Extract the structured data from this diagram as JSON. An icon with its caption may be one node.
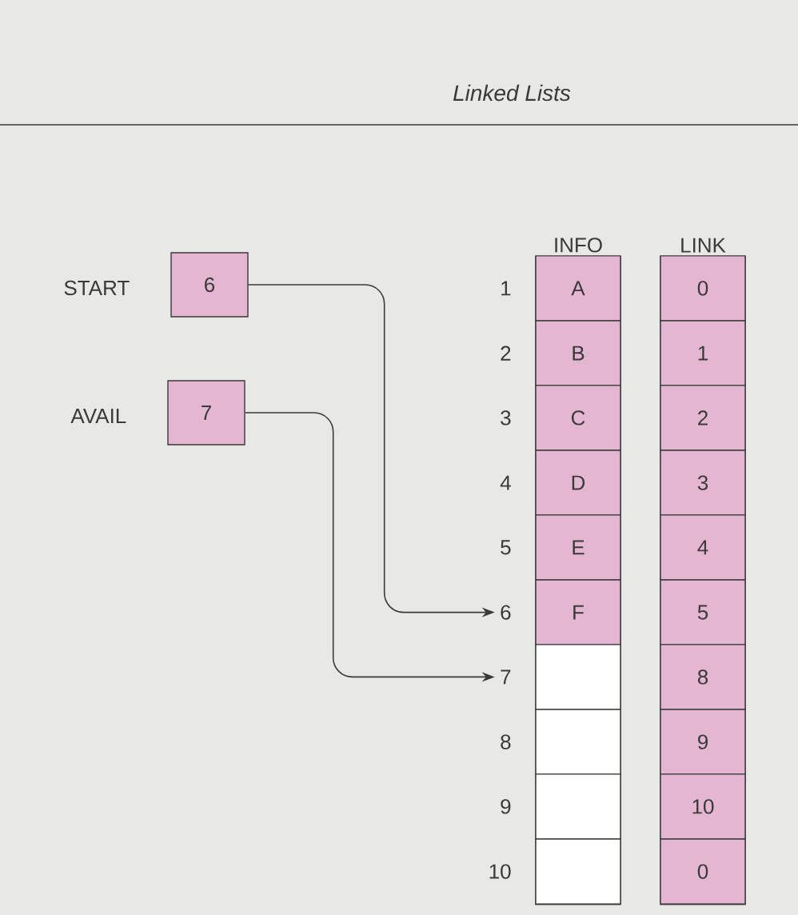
{
  "diagram": {
    "title": "Linked Lists",
    "nodes": [
      {
        "text": [
          "6"
        ],
        "beside": [
          "START"
        ]
      },
      {
        "text": [
          "7"
        ],
        "beside": [
          "AVAIL"
        ]
      },
      {
        "text": [
          "INFO"
        ]
      },
      {
        "text": [
          "A"
        ],
        "in": 2
      },
      {
        "text": [
          "B"
        ],
        "in": 2
      },
      {
        "text": [
          "C"
        ],
        "in": 2
      },
      {
        "text": [
          "D"
        ],
        "in": 2
      },
      {
        "text": [
          "E"
        ],
        "in": 2
      },
      {
        "text": [
          "F"
        ],
        "in": 2
      },
      {
        "text": [],
        "shape": "box",
        "in": 2
      },
      {
        "text": [],
        "shape": "box",
        "in": 2
      },
      {
        "text": [],
        "shape": "box",
        "in": 2
      },
      {
        "text": [],
        "shape": "box",
        "in": 2
      },
      {
        "text": [
          "LINK"
        ]
      },
      {
        "text": [
          "0"
        ],
        "in": 13
      },
      {
        "text": [
          "1"
        ],
        "in": 13
      },
      {
        "text": [
          "2"
        ],
        "in": 13
      },
      {
        "text": [
          "3"
        ],
        "in": 13
      },
      {
        "text": [
          "4"
        ],
        "in": 13
      },
      {
        "text": [
          "5"
        ],
        "in": 13
      },
      {
        "text": [
          "8"
        ],
        "in": 13
      },
      {
        "text": [
          "9"
        ],
        "in": 13
      },
      {
        "text": [
          "10"
        ],
        "in": 13
      },
      {
        "text": [
          "0"
        ],
        "in": 13
      },
      {
        "text": [
          "1"
        ]
      },
      {
        "text": [
          "2"
        ]
      },
      {
        "text": [
          "3"
        ]
      },
      {
        "text": [
          "4"
        ]
      },
      {
        "text": [
          "5"
        ]
      },
      {
        "text": [
          "6"
        ]
      },
      {
        "text": [
          "7"
        ]
      },
      {
        "text": [
          "8"
        ]
      },
      {
        "text": [
          "9"
        ]
      },
      {
        "text": [
          "10"
        ]
      }
    ],
    "edges": [
      {
        "from": 0,
        "to": 29,
        "arrow": "to"
      },
      {
        "from": 1,
        "to": 30,
        "arrow": "to"
      }
    ]
  }
}
